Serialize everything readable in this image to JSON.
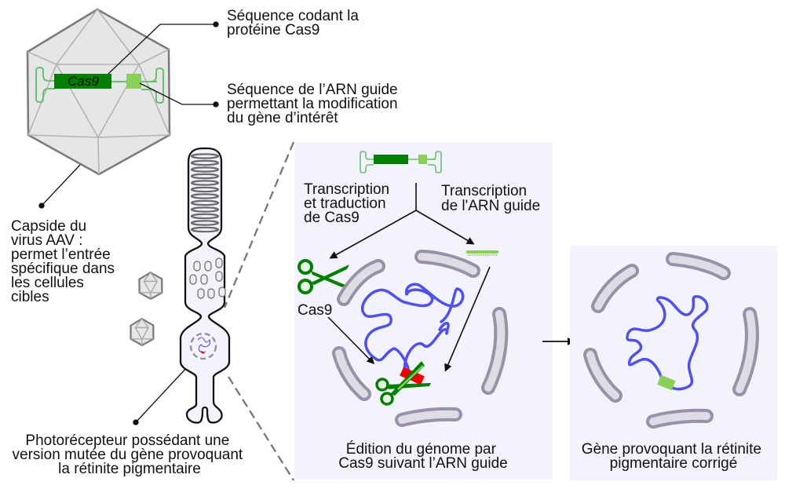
{
  "colors": {
    "background": "#ffffff",
    "panel": "#f3f3fd",
    "capsid_fill": "#e4e4e4",
    "capsid_edge": "#7a7a7a",
    "cas9_dark_green": "#007f00",
    "guide_light_green": "#88d058",
    "dna_blue": "#5050ee",
    "chromatin_fill": "#dedce4",
    "chromatin_edge": "#9a90aa",
    "mutation_red": "#ee0000",
    "cell_fill": "#f3f3fd",
    "line": "#111111",
    "dash": "#777777"
  },
  "labels": {
    "cas9_on_capsid": "Cas9",
    "callout_cas9_sequence": [
      "Séquence codant la",
      "protéine Cas9"
    ],
    "callout_guide_sequence": [
      "Séquence de l’ARN guide",
      "permettant la modification",
      "du gène d’intérêt"
    ],
    "callout_capsid": [
      "Capside du",
      "virus AAV :",
      "permet l’entrée",
      "spécifique dans",
      "les cellules",
      "cibles"
    ],
    "callout_photoreceptor": [
      "Photorécepteur possédant une",
      "version mutée du gène provoquant",
      "la rétinite pigmentaire"
    ],
    "panel1_transcription_cas9": [
      "Transcription",
      "et traduction",
      "de Cas9"
    ],
    "panel1_transcription_guide": [
      "Transcription",
      "de l'ARN guide"
    ],
    "panel1_cas9_label": "Cas9",
    "panel1_caption": [
      "Édition du génome par",
      "Cas9 suivant l’ARN guide"
    ],
    "panel2_caption": [
      "Gène provoquant la rétinite",
      "pigmentaire corrigé"
    ]
  },
  "icons": {
    "capsid": "icosahedron-icon",
    "scissors": "scissors-icon",
    "guide_rna": "comb-icon",
    "arrow": "arrow-right-icon"
  }
}
